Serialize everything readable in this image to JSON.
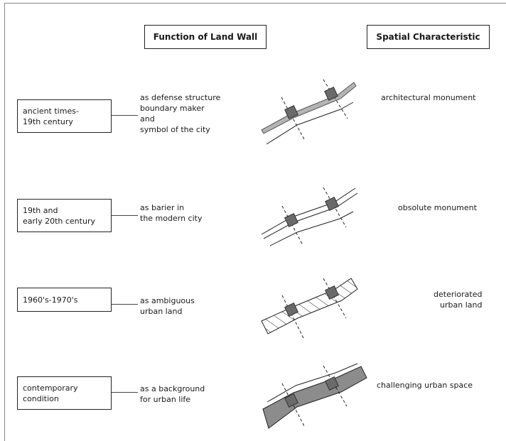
{
  "headers": {
    "function": "Function of Land Wall",
    "spatial": "Spatial Characteristic"
  },
  "rows": [
    {
      "period": "ancient times-\n19th century",
      "function": "as defense structure\nboundary maker\nand\nsymbol of the city",
      "spatial": "architectural monument",
      "wall_style": "double-line with grey band"
    },
    {
      "period": "19th and\nearly 20th century",
      "function": "as barier in\nthe modern city",
      "spatial": "obsolute monument",
      "wall_style": "double-line"
    },
    {
      "period": "1960's-1970's",
      "function": "as ambiguous\nurban land",
      "spatial": "deteriorated\nurban land",
      "wall_style": "hatched band"
    },
    {
      "period": "contemporary\ncondition",
      "function": "as a background\nfor urban life",
      "spatial": "challenging urban space",
      "wall_style": "solid grey band"
    }
  ],
  "colors": {
    "line": "#222222",
    "band": "#8c8c8c",
    "band_light": "#b4b4b4",
    "gate": "#6a6a6a"
  }
}
